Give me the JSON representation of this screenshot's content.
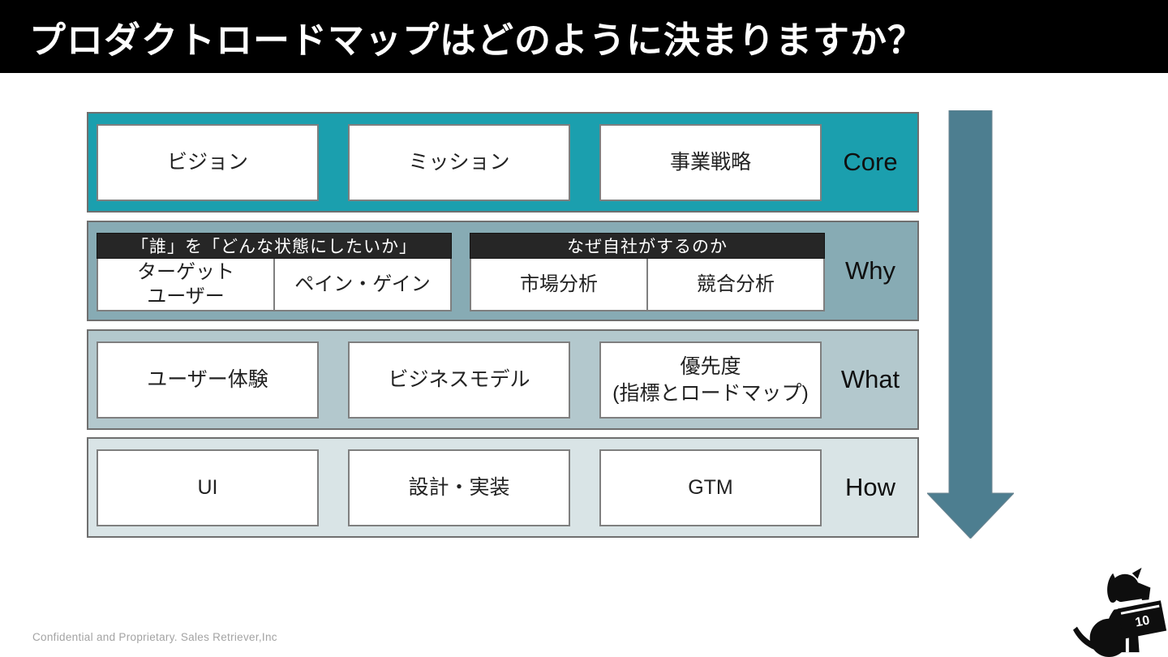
{
  "title": "プロダクトロードマップはどのように決まりますか？",
  "diagram": {
    "rows": [
      {
        "label": "Core",
        "bg": "#1b9fae",
        "boxes": [
          "ビジョン",
          "ミッション",
          "事業戦略"
        ]
      },
      {
        "label": "Why",
        "bg": "#87abb4",
        "groups": [
          {
            "header": "「誰」を「どんな状態にしたいか」",
            "cells": [
              "ターゲット\nユーザー",
              "ペイン・ゲイン"
            ]
          },
          {
            "header": "なぜ自社がするのか",
            "cells": [
              "市場分析",
              "競合分析"
            ]
          }
        ]
      },
      {
        "label": "What",
        "bg": "#b3c8cd",
        "boxes": [
          "ユーザー体験",
          "ビジネスモデル",
          "優先度\n(指標とロードマップ)"
        ]
      },
      {
        "label": "How",
        "bg": "#d9e4e6",
        "boxes": [
          "UI",
          "設計・実装",
          "GTM"
        ]
      }
    ],
    "arrow": {
      "direction": "down",
      "color": "#4d7e90"
    }
  },
  "footer": {
    "confidential": "Confidential and Proprietary. Sales Retriever,Inc",
    "page_number": "10"
  },
  "colors": {
    "banner_bg": "#000000",
    "banner_text": "#ffffff",
    "core_row": "#1b9fae",
    "why_row": "#87abb4",
    "what_row": "#b3c8cd",
    "how_row": "#d9e4e6",
    "dark_header": "#262626",
    "arrow": "#4d7e90",
    "footer_text": "#a3a3a3"
  }
}
